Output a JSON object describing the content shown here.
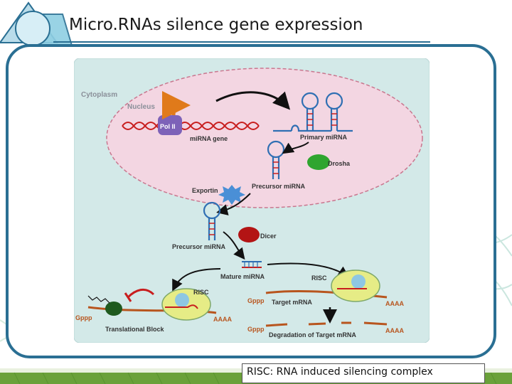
{
  "slide": {
    "title": "Micro.RNAs silence gene expression",
    "caption": "RISC: RNA induced silencing complex"
  },
  "diagram": {
    "cytoplasm_label": "Cytoplasm",
    "nucleus_label": "Nucleus",
    "pol_label": "Pol II",
    "gene_label": "miRNA gene",
    "primary_label": "Primary miRNA",
    "drosha_label": "Drosha",
    "exportin_label": "Exportin",
    "precursor_nuclear_label": "Precursor miRNA",
    "precursor_cyto_label": "Precursor miRNA",
    "dicer_label": "Dicer",
    "mature_label": "Mature miRNA",
    "risc_left_label": "RISC",
    "risc_right_label": "RISC",
    "target_label": "Target mRNA",
    "degradation_label": "Degradation of Target mRNA",
    "translational_label": "Translational Block",
    "gppp_1": "Gppp",
    "gppp_2": "Gppp",
    "gppp_3": "Gppp",
    "aaaa_1": "AAAA",
    "aaaa_2": "AAAA",
    "aaaa_3": "AAAA"
  },
  "colors": {
    "frame": "#2a6f93",
    "cell": "#d3e9e8",
    "nucleus": "#f3d6e2",
    "hairpin": "#2f6fb3",
    "drosha": "#2fa52f",
    "exportin": "#4a8fd6",
    "dicer": "#b31414",
    "mrna": "#b8551e",
    "risc": "#e6ec86",
    "footer": "#6aa13a"
  }
}
